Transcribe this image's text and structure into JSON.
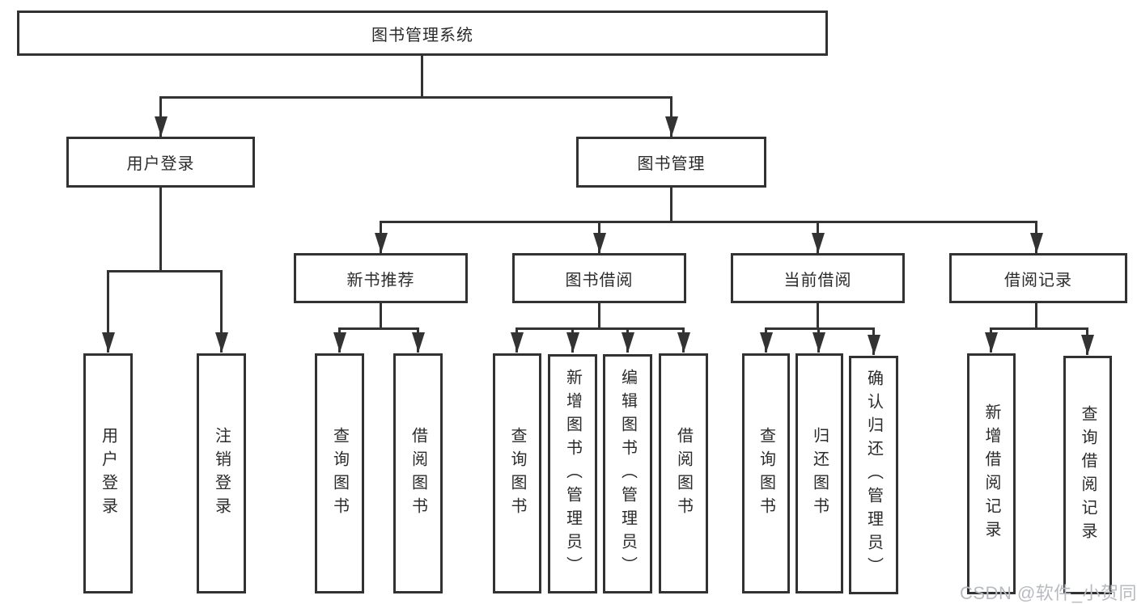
{
  "diagram": {
    "title": "图书管理系统",
    "root": {
      "label": "图书管理系统"
    },
    "level2": [
      {
        "label": "用户登录"
      },
      {
        "label": "图书管理"
      }
    ],
    "level3": [
      {
        "label": "新书推荐"
      },
      {
        "label": "图书借阅"
      },
      {
        "label": "当前借阅"
      },
      {
        "label": "借阅记录"
      }
    ],
    "leaves": {
      "user_login": [
        "用户登录",
        "注销登录"
      ],
      "new_book": [
        "查询图书",
        "借阅图书"
      ],
      "book_borrow": [
        "查询图书",
        "新增图书（管理员）",
        "编辑图书（管理员）",
        "借阅图书"
      ],
      "current_borrow": [
        "查询图书",
        "归还图书",
        "确认归还（管理员）"
      ],
      "borrow_record": [
        "新增借阅记录",
        "查询借阅记录"
      ]
    }
  },
  "watermark": {
    "text": "CSDN @软件_小贺同学",
    "color": "#b7bbc0"
  },
  "colors": {
    "line": "#333333",
    "border": "#323232",
    "text": "#2b2b2b",
    "background": "#ffffff"
  }
}
